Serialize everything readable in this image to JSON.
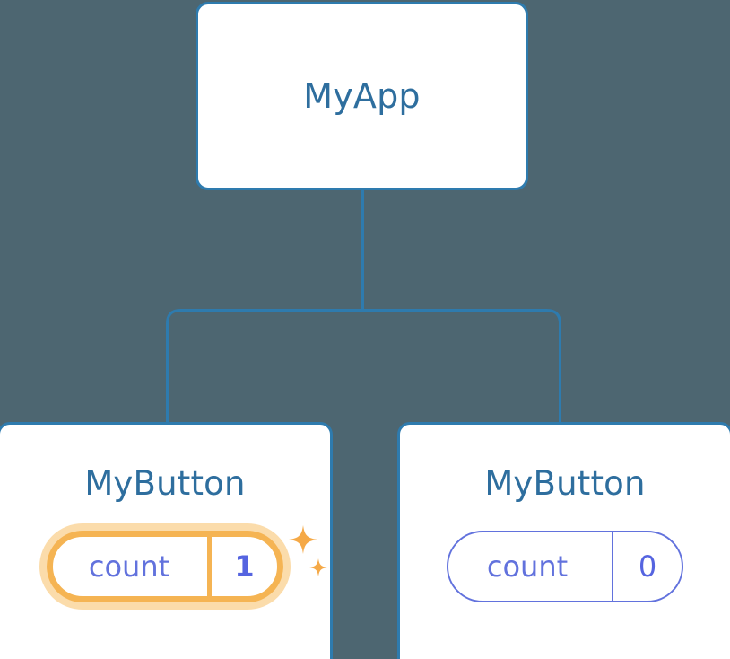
{
  "theme": {
    "background": "#4d6671",
    "card_background": "#ffffff",
    "card_border": "#2e7bae",
    "edge_color": "#2e7bae",
    "title_color": "#2e6e9e",
    "state_color": "#6272dd",
    "highlight_color": "#f5b453",
    "highlight_glow_color": "#fbdcab",
    "sparkle_color": "#f5a947"
  },
  "diagram": {
    "type": "component-tree",
    "root": {
      "title": "MyApp"
    },
    "children": [
      {
        "title": "MyButton",
        "state": {
          "key": "count",
          "value": "1"
        },
        "highlighted": true,
        "sparkle": true
      },
      {
        "title": "MyButton",
        "state": {
          "key": "count",
          "value": "0"
        },
        "highlighted": false,
        "sparkle": false
      }
    ]
  },
  "icons": {
    "sparkle_large": "sparkle-icon",
    "sparkle_small": "sparkle-icon"
  }
}
